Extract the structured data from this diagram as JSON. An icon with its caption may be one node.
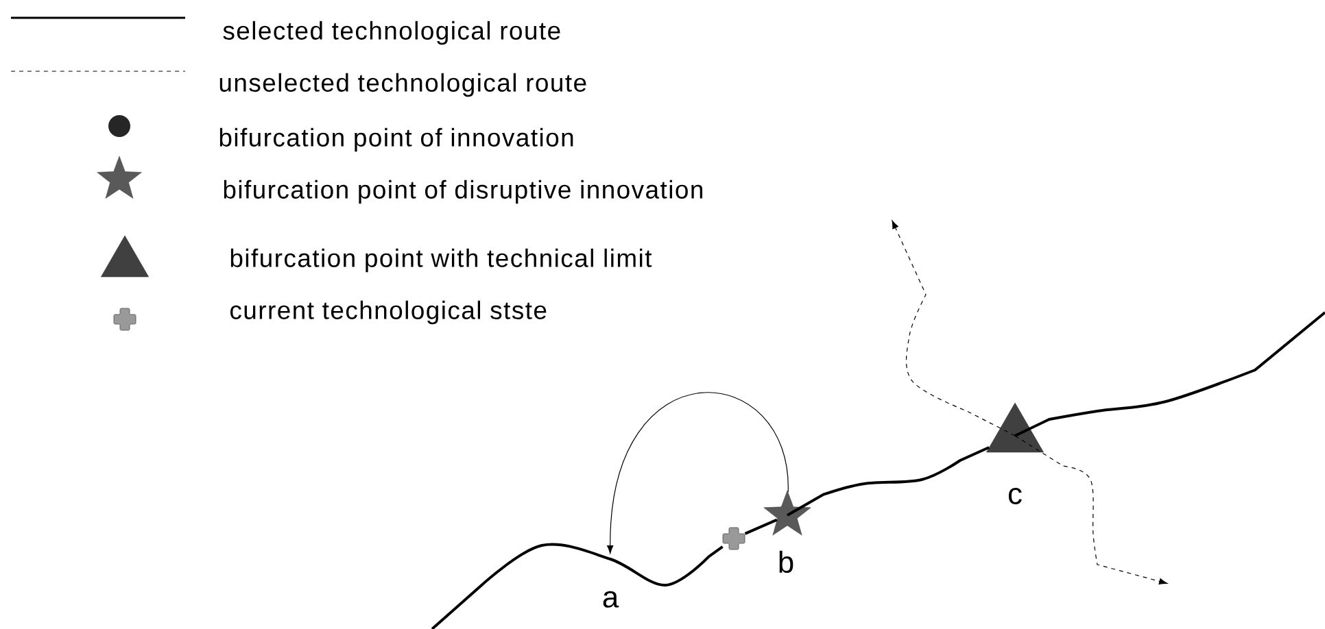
{
  "diagram": {
    "nodes": [
      {
        "text": [
          "a"
        ]
      },
      {
        "text": [],
        "shape": "cross"
      },
      {
        "text": [],
        "shape": "star",
        "beside": [
          "b"
        ]
      },
      {
        "text": [],
        "shape": "triangle",
        "beside": [
          "c"
        ]
      }
    ],
    "edges": [
      {
        "from": null,
        "to": 1,
        "arrow": "none"
      },
      {
        "from": 1,
        "to": 2,
        "arrow": "none"
      },
      {
        "from": 2,
        "to": 3,
        "arrow": "none"
      },
      {
        "from": 3,
        "to": null,
        "arrow": "none"
      },
      {
        "from": 2,
        "to": 0,
        "arrow": "to"
      },
      {
        "from": 3,
        "to": null,
        "arrow": "to",
        "style": "dashed"
      },
      {
        "from": 3,
        "to": null,
        "arrow": "to",
        "style": "dashed"
      }
    ],
    "legend": [
      {
        "text": "selected technological route"
      },
      {
        "text": "unselected technological route"
      },
      {
        "text": "bifurcation point of innovation"
      },
      {
        "text": "bifurcation point of disruptive innovation"
      },
      {
        "text": "bifurcation point with technical limit"
      },
      {
        "text": "current technological stste"
      }
    ]
  }
}
